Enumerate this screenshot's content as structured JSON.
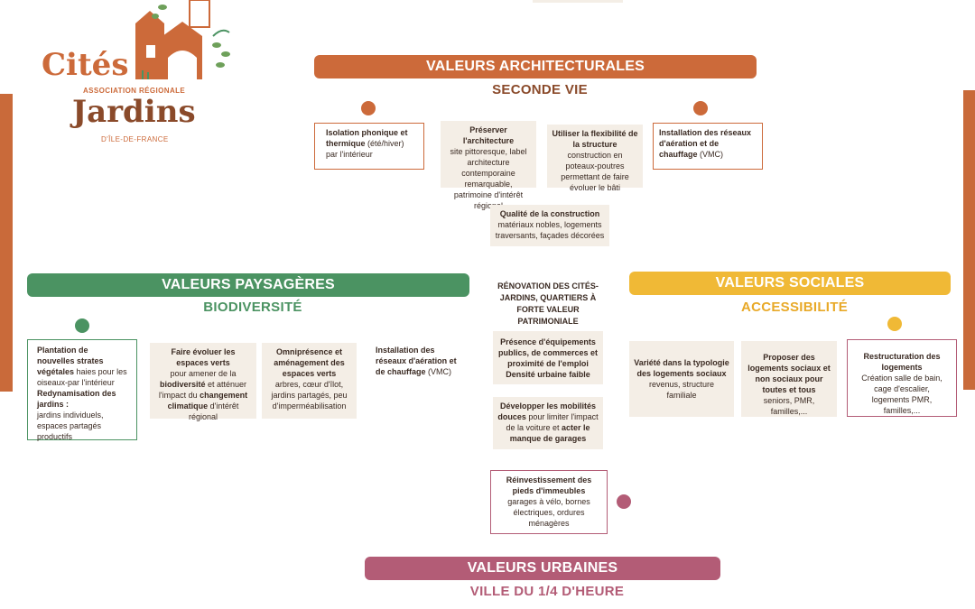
{
  "colors": {
    "architectural": "#cc6a3a",
    "landscape": "#4b9362",
    "social": "#f0b936",
    "urban": "#b35c76",
    "text_dark": "#3a2a22",
    "box_fill": "#f4eee6"
  },
  "logo": {
    "line1": "Cités",
    "line2": "ASSOCIATION RÉGIONALE",
    "line3": "Jardins",
    "line4": "D'ÎLE-DE-FRANCE"
  },
  "architectural": {
    "title": "VALEURS ARCHITECTURALES",
    "subtitle": "SECONDE VIE",
    "boxes": [
      {
        "bold": "Isolation phonique et thermique",
        "text": "(été/hiver) par l'intérieur"
      },
      {
        "bold": "Préserver l'architecture",
        "text": "site pittoresque, label architecture contemporaine remarquable, patrimoine d'intérêt régional"
      },
      {
        "bold": "Utiliser la flexibilité de la structure",
        "text": "construction en poteaux-poutres permettant de faire évoluer le bâti"
      },
      {
        "bold": "Installation des réseaux d'aération et de chauffage",
        "text": "(VMC)"
      },
      {
        "bold": "Qualité de la construction",
        "text": "matériaux nobles, logements traversants, façades décorées"
      }
    ]
  },
  "center": {
    "title": "RÉNOVATION DES CITÉS-JARDINS, QUARTIERS À FORTE VALEUR PATRIMONIALE"
  },
  "landscape": {
    "title": "VALEURS PAYSAGÈRES",
    "subtitle": "BIODIVERSITÉ",
    "boxes": [
      {
        "bold": "Plantation de nouvelles strates végétales",
        "text": "haies pour les oiseaux-par l'intérieur",
        "bold2": "Redynamisation des jardins :",
        "text2": "jardins individuels, espaces partagés productifs"
      },
      {
        "bold": "Faire évoluer les espaces verts",
        "text": "pour amener de la",
        "bold2": "biodiversité",
        "text2": "et atténuer l'impact du",
        "bold3": "changement climatique",
        "text3": "d'intérêt régional"
      },
      {
        "bold": "Omniprésence et aménagement des espaces verts",
        "text": "arbres, cœur d'îlot, jardins partagés, peu d'imperméabilisation"
      },
      {
        "bold": "Installation des réseaux d'aération et de chauffage",
        "text": "(VMC)"
      }
    ]
  },
  "social": {
    "title": "VALEURS SOCIALES",
    "subtitle": "ACCESSIBILITÉ",
    "boxes": [
      {
        "bold": "Variété dans la typologie des logements sociaux",
        "text": "revenus, structure familiale"
      },
      {
        "bold": "Proposer des logements sociaux et non sociaux pour toutes et tous",
        "text": "seniors, PMR, familles,..."
      },
      {
        "bold": "Restructuration des logements",
        "text": "Création salle de bain, cage d'escalier, logements PMR, familles,..."
      }
    ]
  },
  "urban": {
    "title": "VALEURS URBAINES",
    "subtitle": "VILLE DU 1/4 D'HEURE",
    "boxes": [
      {
        "bold": "Présence d'équipements publics, de commerces et proximité de l'emploi Densité urbaine faible",
        "text": ""
      },
      {
        "bold": "Développer les mobilités douces",
        "text": "pour limiter l'impact de la voiture et",
        "bold2": "acter le manque de garages",
        "text2": ""
      },
      {
        "bold": "Réinvestissement des pieds d'immeubles",
        "text": "garages à vélo, bornes électriques, ordures ménagères"
      }
    ]
  }
}
